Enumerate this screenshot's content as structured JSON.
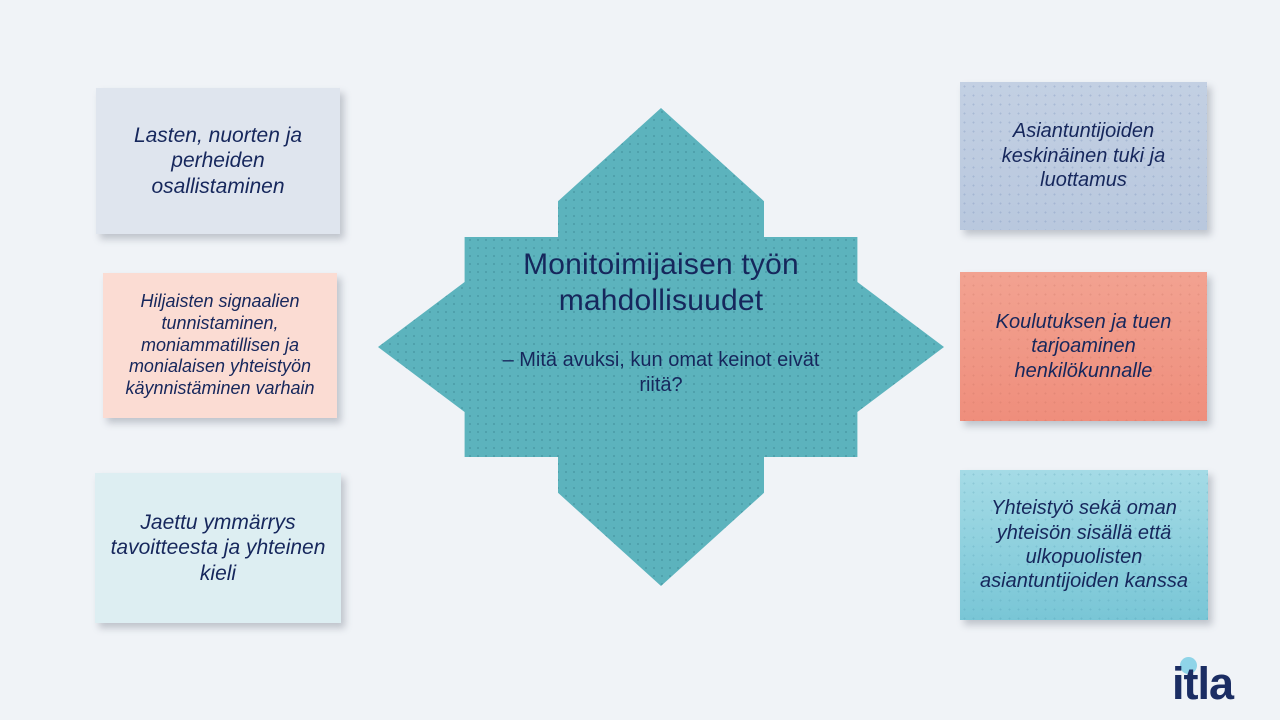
{
  "slide": {
    "background_color": "#f0f3f7",
    "text_color": "#16275c"
  },
  "center": {
    "shape": "four-way-arrow",
    "fill_color": "#5cb3bd",
    "title": "Monitoimijaisen työn mahdollisuudet",
    "subtitle": "– Mitä avuksi, kun omat keinot eivät riitä?"
  },
  "left_cards": [
    {
      "id": "participation",
      "text": "Lasten, nuorten ja perheiden osallistaminen",
      "color": "#dfe5ee"
    },
    {
      "id": "weak-signals",
      "text": "Hiljaisten signaalien tunnistaminen, moniammatillisen ja monialaisen yhteistyön käynnistäminen varhain",
      "color": "#fbdcd3"
    },
    {
      "id": "shared-understanding",
      "text": "Jaettu ymmärrys tavoitteesta ja yhteinen kieli",
      "color": "#ddeef2"
    }
  ],
  "right_cards": [
    {
      "id": "mutual-trust",
      "text": "Asiantuntijoiden keskinäinen tuki ja luottamus",
      "color": "#bfcde1"
    },
    {
      "id": "training-support",
      "text": "Koulutuksen ja tuen tarjoaminen henkilökunnalle",
      "color": "#f09684"
    },
    {
      "id": "collaboration",
      "text": "Yhteistyö sekä oman yhteisön sisällä että ulkopuolisten asiantuntijoiden kanssa",
      "color": "#8ed0dd"
    }
  ],
  "logo": {
    "text": "itla",
    "text_color": "#1b2d63",
    "dot_color": "#8fd4e8"
  }
}
